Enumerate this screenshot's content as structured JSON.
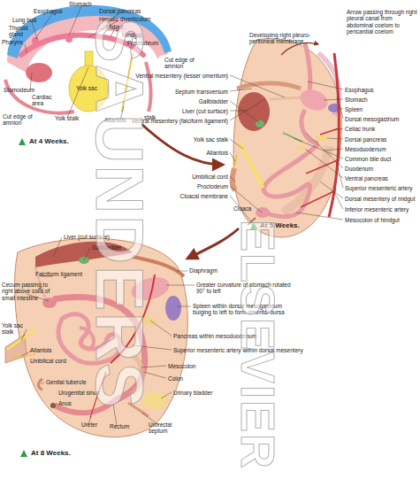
{
  "diagram": {
    "labels": [
      "Esophagus",
      "Stomach",
      "Dorsal pancreas",
      "Lung bud",
      "Hepatic diverticulum",
      "Thyroid gland",
      "Midgut",
      "Pharynx",
      "Hindgut",
      "Proctodeum",
      "Cut edge of amnion",
      "Stomodeum",
      "Cardiac area",
      "Cut edge of amnion",
      "Yolk stalk",
      "Yolk sac",
      "Allantois",
      "stalk",
      "At 4 Weeks.",
      "Developing right pleuro-peritoneal membrane",
      "Arrow passing through right pleural canal from abdominal coelom to pericardial coelom",
      "Ventral mesentery (lesser omentum)",
      "Septum transversum",
      "Gallbladder",
      "Liver (cut surface)",
      "Ventral mesentery (falciform ligament)",
      "Yolk sac stalk",
      "Allantois",
      "Umbilical cord",
      "Proctodeum",
      "Cloacal membrane",
      "Cloaca",
      "At 5 Weeks.",
      "Esophagus",
      "Stomach",
      "Spleen",
      "Dorsal mesogastrium",
      "Celiac trunk",
      "Dorsal pancreas",
      "Mesoduodenum",
      "Common bile duct",
      "Duodenum",
      "Ventral pancreas",
      "Superior mesenteric artery",
      "Dorsal mesentery of midgut",
      "Inferior mesenteric artery",
      "Mesocolon of hindgut",
      "Liver (cut surface)",
      "Gallbladder",
      "Falciform ligament",
      "Cecum passing to right above coils of small intestine",
      "Yolk sac stalk",
      "Allantois",
      "Umbilical cord",
      "Genital tubercle",
      "Urogenital sinus",
      "Anus",
      "Ureter",
      "Rectum",
      "Urorectal septum",
      "At 8 Weeks.",
      "Diaphragm",
      "Greater curvature of stomach rotated 90° to left",
      "Spleen within dorsal mesogastrium bulging to left to form omental bursa",
      "Pancreas within mesoduodenum",
      "Superior mesenteric artery within dorsal mesentery",
      "Mesocolon",
      "Colon",
      "Urinary bladder",
      "SAUNDERS",
      "ELSEVIER"
    ]
  }
}
